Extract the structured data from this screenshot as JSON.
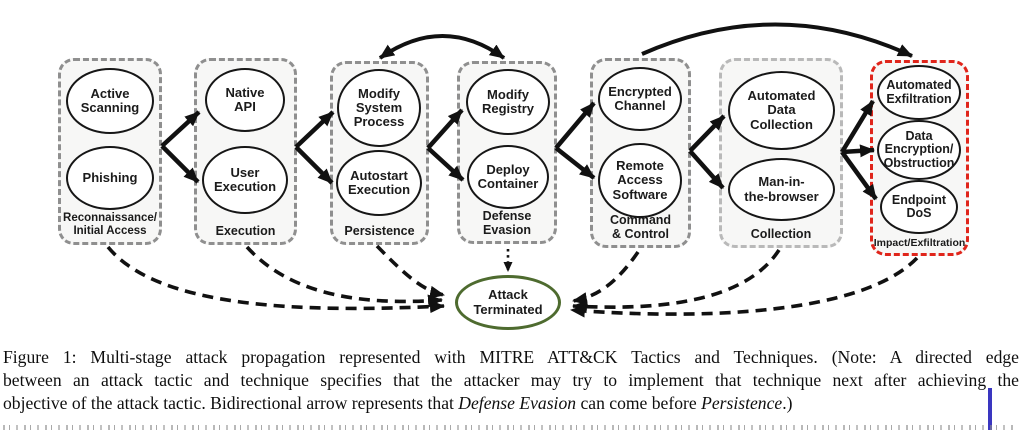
{
  "figure": {
    "stages": [
      {
        "label": "Reconnaissance/\nInitial Access",
        "techniques": [
          "Active\nScanning",
          "Phishing"
        ]
      },
      {
        "label": "Execution",
        "techniques": [
          "Native\nAPI",
          "User\nExecution"
        ]
      },
      {
        "label": "Persistence",
        "techniques": [
          "Modify\nSystem\nProcess",
          "Autostart\nExecution"
        ]
      },
      {
        "label": "Defense\nEvasion",
        "techniques": [
          "Modify\nRegistry",
          "Deploy\nContainer"
        ]
      },
      {
        "label": "Command\n& Control",
        "techniques": [
          "Encrypted\nChannel",
          "Remote\nAccess\nSoftware"
        ]
      },
      {
        "label": "Collection",
        "techniques": [
          "Automated\nData\nCollection",
          "Man-in-\nthe-browser"
        ]
      },
      {
        "label": "Impact/Exfiltration",
        "techniques": [
          "Automated\nExfiltration",
          "Data\nEncryption/\nObstruction",
          "Endpoint\nDoS"
        ]
      }
    ],
    "terminal": "Attack\nTerminated"
  },
  "caption": {
    "line1": "Figure 1: Multi-stage attack propagation represented with MITRE ATT&CK Tactics and Techniques. (Note: A directed edge",
    "line2": "between an attack tactic and technique specifies that the attacker may try to implement that technique next after achieving the",
    "line3": {
      "pre": "objective of the attack tactic. Bidirectional arrow represents that ",
      "italic1": "Defense Evasion",
      "mid": " can come before ",
      "italic2": "Persistence",
      "post": ".)"
    }
  },
  "colors": {
    "stage_border": "#8f8f8f",
    "collection_stage_border": "#b9b9b9",
    "impact_stage_border": "#e0251b",
    "terminal_border": "#4e6b2f",
    "arrow": "#111111",
    "caret_bar": "#3a36c0"
  }
}
